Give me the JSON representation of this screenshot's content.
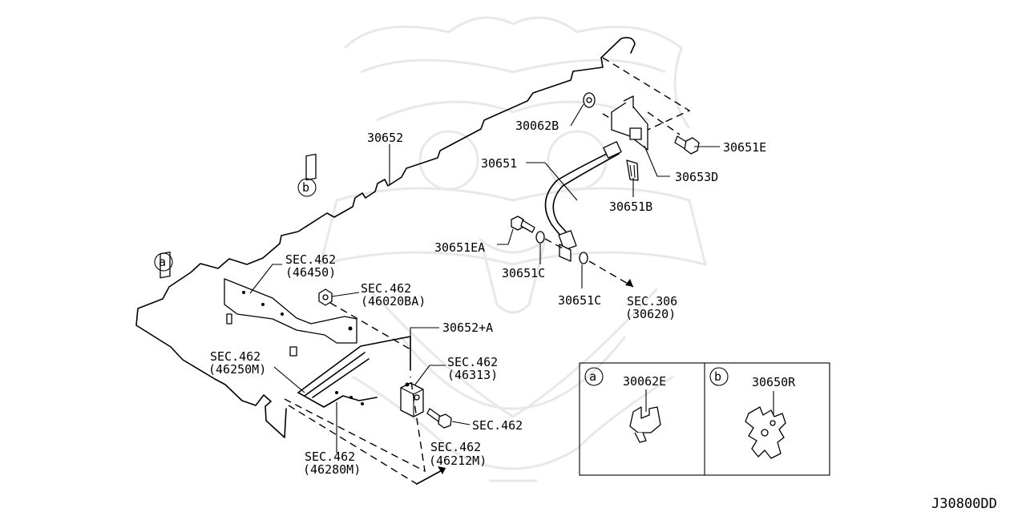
{
  "diagram_id": "J30800DD",
  "colors": {
    "line": "#000000",
    "background": "#ffffff",
    "watermark": "#d9d9d9"
  },
  "watermark_icon": "samurai-helmet-logo",
  "callouts": {
    "p30652": "30652",
    "p30062B": "30062B",
    "p30651E": "30651E",
    "p30651": "30651",
    "p30653D": "30653D",
    "p30651B": "30651B",
    "p30651EA": "30651EA",
    "p30651C_1": "30651C",
    "p30651C_2": "30651C",
    "sec306": "SEC.306",
    "sec306_sub": "(30620)",
    "sec462_46450": "SEC.462",
    "sec462_46450_sub": "(46450)",
    "sec462_46020BA": "SEC.462",
    "sec462_46020BA_sub": "(46020BA)",
    "p30652A": "30652+A",
    "sec462_46250M": "SEC.462",
    "sec462_46250M_sub": "(46250M)",
    "sec462_46313": "SEC.462",
    "sec462_46313_sub": "(46313)",
    "sec462_bolt": "SEC.462",
    "sec462_46212M": "SEC.462",
    "sec462_46212M_sub": "(46212M)",
    "sec462_46280M": "SEC.462",
    "sec462_46280M_sub": "(46280M)"
  },
  "markers": {
    "a": "a",
    "b": "b"
  },
  "detail_box": {
    "a": {
      "marker": "a",
      "part": "30062E"
    },
    "b": {
      "marker": "b",
      "part": "30650R"
    }
  }
}
